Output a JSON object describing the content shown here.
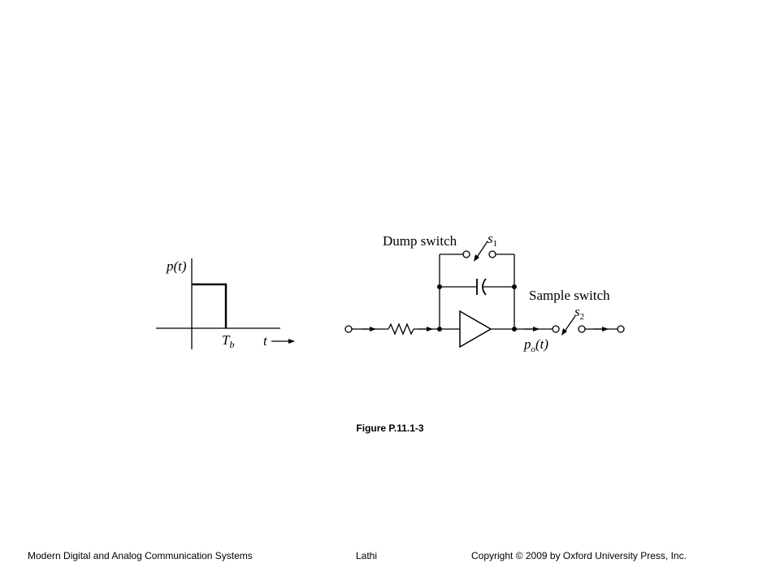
{
  "pulse_plot": {
    "ylabel": "p(t)",
    "tick_label_main": "T",
    "tick_label_sub": "b",
    "xlabel": "t"
  },
  "circuit": {
    "dump_switch_label": "Dump switch",
    "s1_main": "s",
    "s1_sub": "1",
    "sample_switch_label": "Sample switch",
    "s2_main": "s",
    "s2_sub": "2",
    "output_main": "p",
    "output_sub": "o",
    "output_tail": "(t)"
  },
  "caption": "Figure P.11.1-3",
  "footer": {
    "left": "Modern Digital and Analog Communication Systems",
    "center": "Lathi",
    "right": "Copyright © 2009 by Oxford University Press, Inc."
  }
}
